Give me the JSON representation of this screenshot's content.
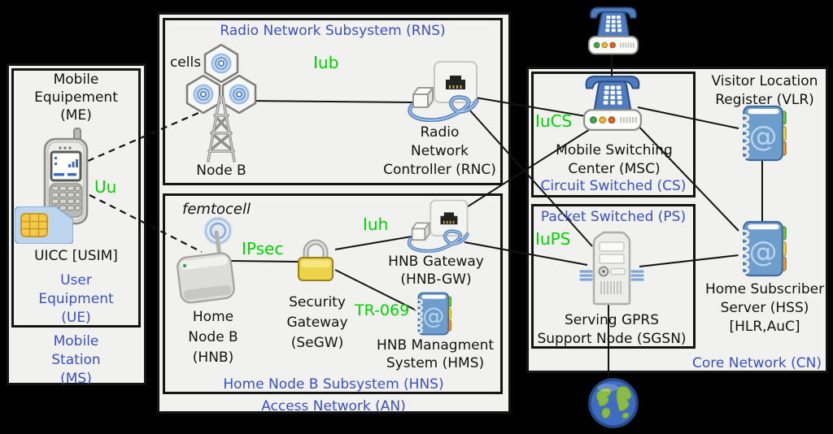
{
  "colors": {
    "background": "#000000",
    "box_fill": "#f1f1ef",
    "box_border": "#141414",
    "title_blue": "#3a50c4",
    "interface_green": "#00d400",
    "text_black": "#121212"
  },
  "mobile_station": {
    "label": "Mobile\nStation\n(MS)",
    "user_equipment": {
      "label": "User\nEquipment\n(UE)",
      "mobile_equipment_label": "Mobile\nEquipement\n(ME)",
      "uicc_label": "UICC [USIM]"
    }
  },
  "interfaces": {
    "uu": "Uu",
    "iub": "Iub",
    "iuh": "Iuh",
    "ipsec": "IPsec",
    "tr069": "TR-069",
    "iucs": "IuCS",
    "iups": "IuPS"
  },
  "access_network": {
    "label": "Access Network (AN)",
    "rns": {
      "label": "Radio Network Subsystem (RNS)",
      "cells_label": "cells",
      "node_b_label": "Node B",
      "rnc_label": "Radio\nNetwork\nController (RNC)"
    },
    "hns": {
      "label": "Home Node B Subsystem (HNS)",
      "femtocell_label": "femtocell",
      "hnb_label": "Home\nNode B\n(HNB)",
      "segw_label": "Security\nGateway\n(SeGW)",
      "hnb_gw_label": "HNB Gateway\n(HNB-GW)",
      "hms_label": "HNB Managment\nSystem (HMS)"
    }
  },
  "core_network": {
    "label": "Core Network (CN)",
    "circuit_switched": {
      "label": "Circuit Switched (CS)",
      "msc_label": "Mobile Switching\nCenter (MSC)"
    },
    "packet_switched": {
      "label": "Packet Switched (PS)",
      "sgsn_label": "Serving GPRS\nSupport Node (SGSN)"
    },
    "vlr_label": "Visitor Location\nRegister (VLR)",
    "hss_label": "Home Subscriber\nServer (HSS)\n[HLR,AuC]"
  },
  "icons": {
    "at_glyph": "@",
    "mobile-phone-icon": "candybar mobile phone",
    "sim-card-icon": "USIM smart card",
    "cell-hexagons-icon": "three hexagonal radio cells",
    "antenna-tower-icon": "lattice antenna mast (Node B)",
    "network-device-icon": "ethernet port with plug and blue cable",
    "wifi-router-icon": "home node B access point with antenna",
    "padlock-icon": "security gateway lock",
    "address-book-icon": "subscriber register book with @",
    "desk-phone-icon": "telephone on switching unit",
    "server-tower-icon": "GPRS support node server",
    "globe-icon": "packet network globe"
  }
}
